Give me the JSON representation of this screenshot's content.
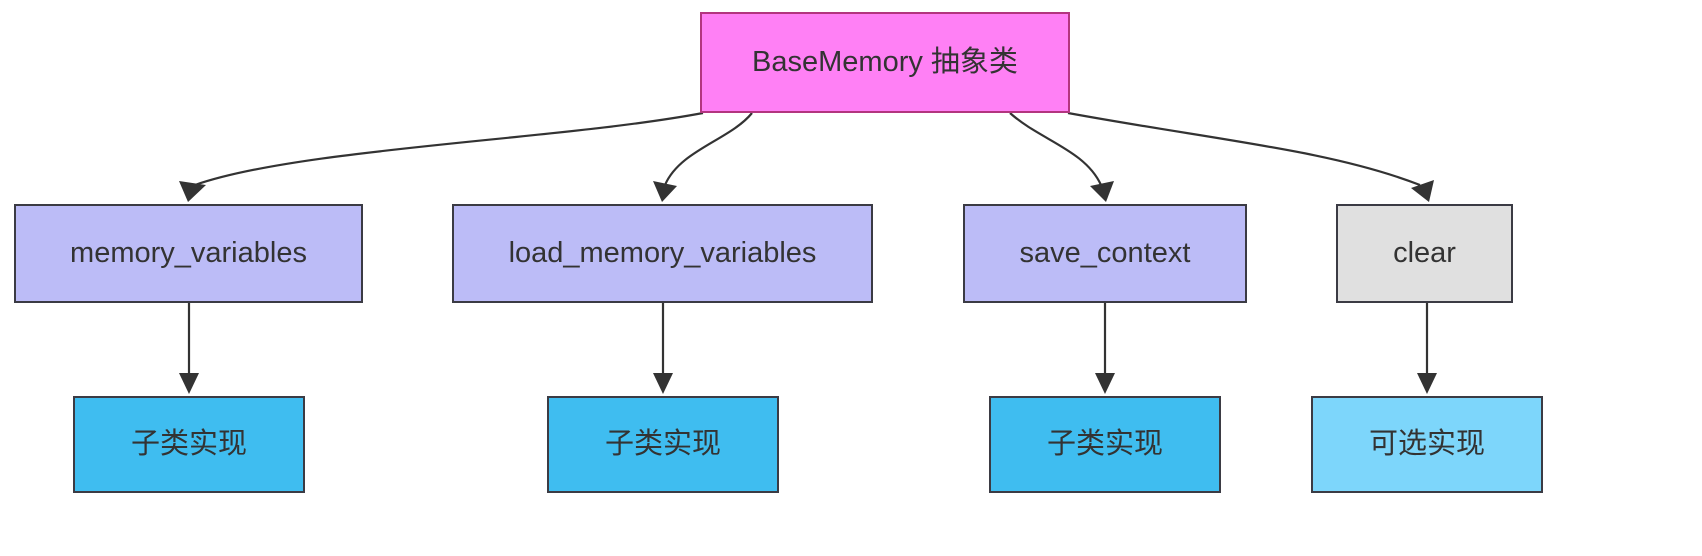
{
  "diagram": {
    "type": "flowchart",
    "direction": "top-down",
    "background_color": "#ffffff",
    "edge_color": "#333333",
    "root": {
      "id": "root",
      "label": "BaseMemory 抽象类",
      "fill_color": "#ff80f5",
      "border_color": "#b3357f"
    },
    "methods": [
      {
        "id": "memory_variables",
        "label": "memory_variables",
        "fill_color": "#bcbcf7",
        "border_color": "#3b3b44"
      },
      {
        "id": "load_memory_variables",
        "label": "load_memory_variables",
        "fill_color": "#bcbcf7",
        "border_color": "#3b3b44"
      },
      {
        "id": "save_context",
        "label": "save_context",
        "fill_color": "#bcbcf7",
        "border_color": "#3b3b44"
      },
      {
        "id": "clear",
        "label": "clear",
        "fill_color": "#e0e0e0",
        "border_color": "#3b3b44"
      }
    ],
    "implementations": [
      {
        "id": "impl_memory_variables",
        "label": "子类实现",
        "fill_color": "#3fbdf0",
        "border_color": "#3b3b44"
      },
      {
        "id": "impl_load_memory_variables",
        "label": "子类实现",
        "fill_color": "#3fbdf0",
        "border_color": "#3b3b44"
      },
      {
        "id": "impl_save_context",
        "label": "子类实现",
        "fill_color": "#3fbdf0",
        "border_color": "#3b3b44"
      },
      {
        "id": "impl_clear",
        "label": "可选实现",
        "fill_color": "#7dd6fb",
        "border_color": "#3b3b44"
      }
    ],
    "edges": [
      {
        "from": "root",
        "to": "memory_variables",
        "style": "curved-arrow"
      },
      {
        "from": "root",
        "to": "load_memory_variables",
        "style": "curved-arrow"
      },
      {
        "from": "root",
        "to": "save_context",
        "style": "curved-arrow"
      },
      {
        "from": "root",
        "to": "clear",
        "style": "curved-arrow"
      },
      {
        "from": "memory_variables",
        "to": "impl_memory_variables",
        "style": "straight-arrow"
      },
      {
        "from": "load_memory_variables",
        "to": "impl_load_memory_variables",
        "style": "straight-arrow"
      },
      {
        "from": "save_context",
        "to": "impl_save_context",
        "style": "straight-arrow"
      },
      {
        "from": "clear",
        "to": "impl_clear",
        "style": "straight-arrow"
      }
    ]
  }
}
